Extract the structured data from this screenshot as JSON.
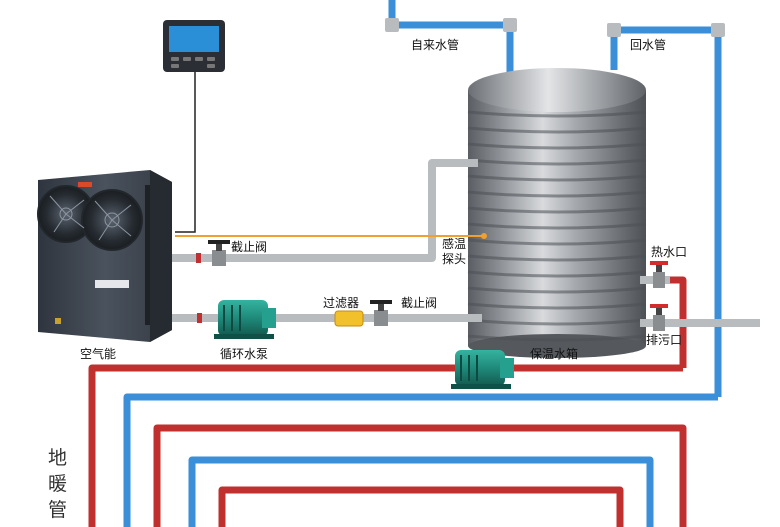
{
  "labels": {
    "tap_water_pipe": "自来水管",
    "return_water_pipe": "回水管",
    "stop_valve_upper": "截止阀",
    "temp_probe_line1": "感温",
    "temp_probe_line2": "探头",
    "hot_water_outlet": "热水口",
    "filter": "过滤器",
    "stop_valve_lower": "截止阀",
    "drain_outlet": "排污口",
    "heat_pump": "空气能",
    "circulation_pump": "循环水泵",
    "insulated_tank": "保温水箱",
    "floor_heating_1": "地",
    "floor_heating_2": "暖",
    "floor_heating_3": "管"
  },
  "colors": {
    "hot_pipe": "#c0302e",
    "cold_pipe": "#3a8fd8",
    "gray_pipe": "#b9bcbf",
    "orange_line": "#f0a030",
    "pump_green": "#1f8a7a",
    "filter_yellow": "#f2c02a",
    "unit_body": "#3d4450",
    "controller_screen": "#2a8fd6"
  }
}
